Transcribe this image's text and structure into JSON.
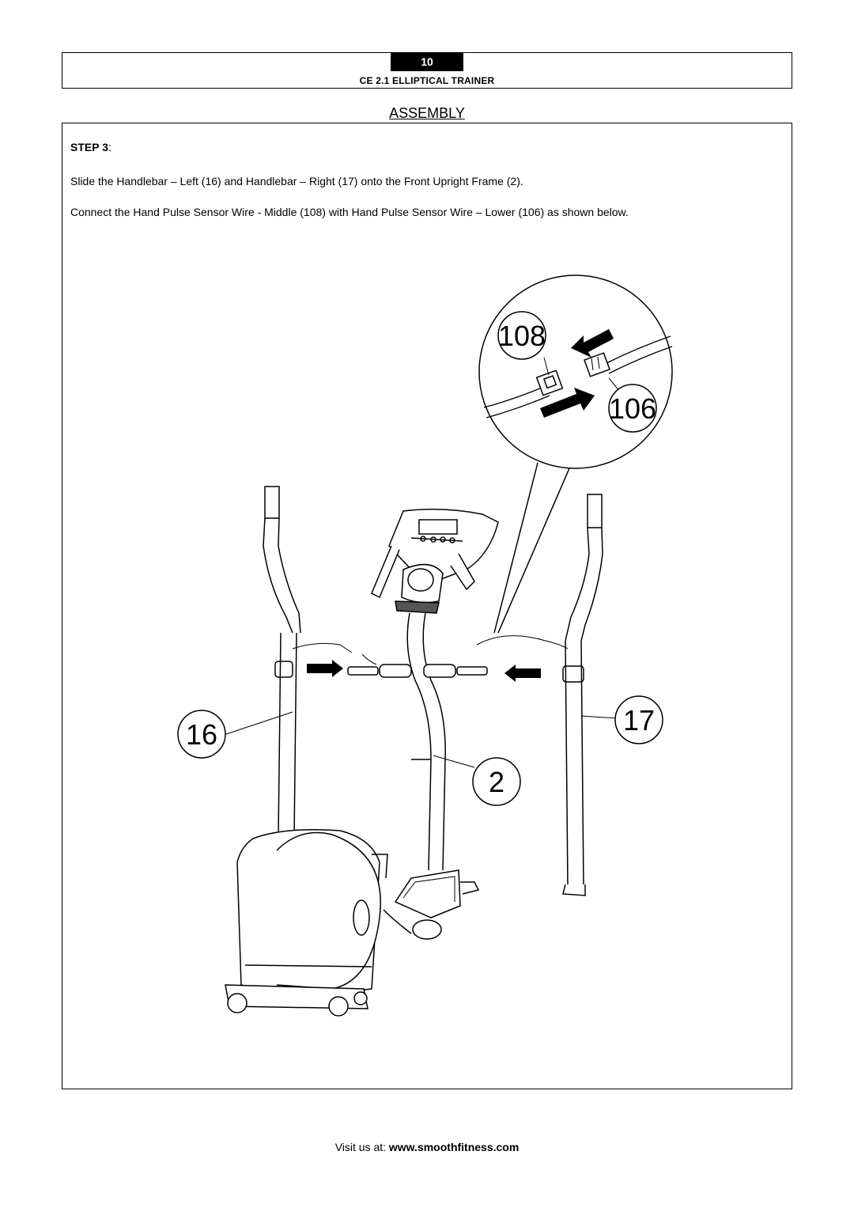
{
  "header": {
    "page_number": "10",
    "doc_title": "CE  2.1 ELLIPTICAL TRAINER"
  },
  "section": {
    "title": "ASSEMBLY"
  },
  "step": {
    "label": "STEP 3",
    "suffix": ":",
    "instructions": [
      "Slide the Handlebar – Left (16) and Handlebar – Right (17) onto the Front Upright Frame (2).",
      "Connect the Hand Pulse Sensor Wire - Middle (108) with Hand Pulse Sensor Wire – Lower (106) as shown below."
    ]
  },
  "diagram": {
    "callouts": {
      "wire_middle": "108",
      "wire_lower": "106",
      "handlebar_left": "16",
      "handlebar_right": "17",
      "front_upright": "2"
    }
  },
  "footer": {
    "prefix": "Visit us at: ",
    "url": "www.smoothfitness.com"
  }
}
